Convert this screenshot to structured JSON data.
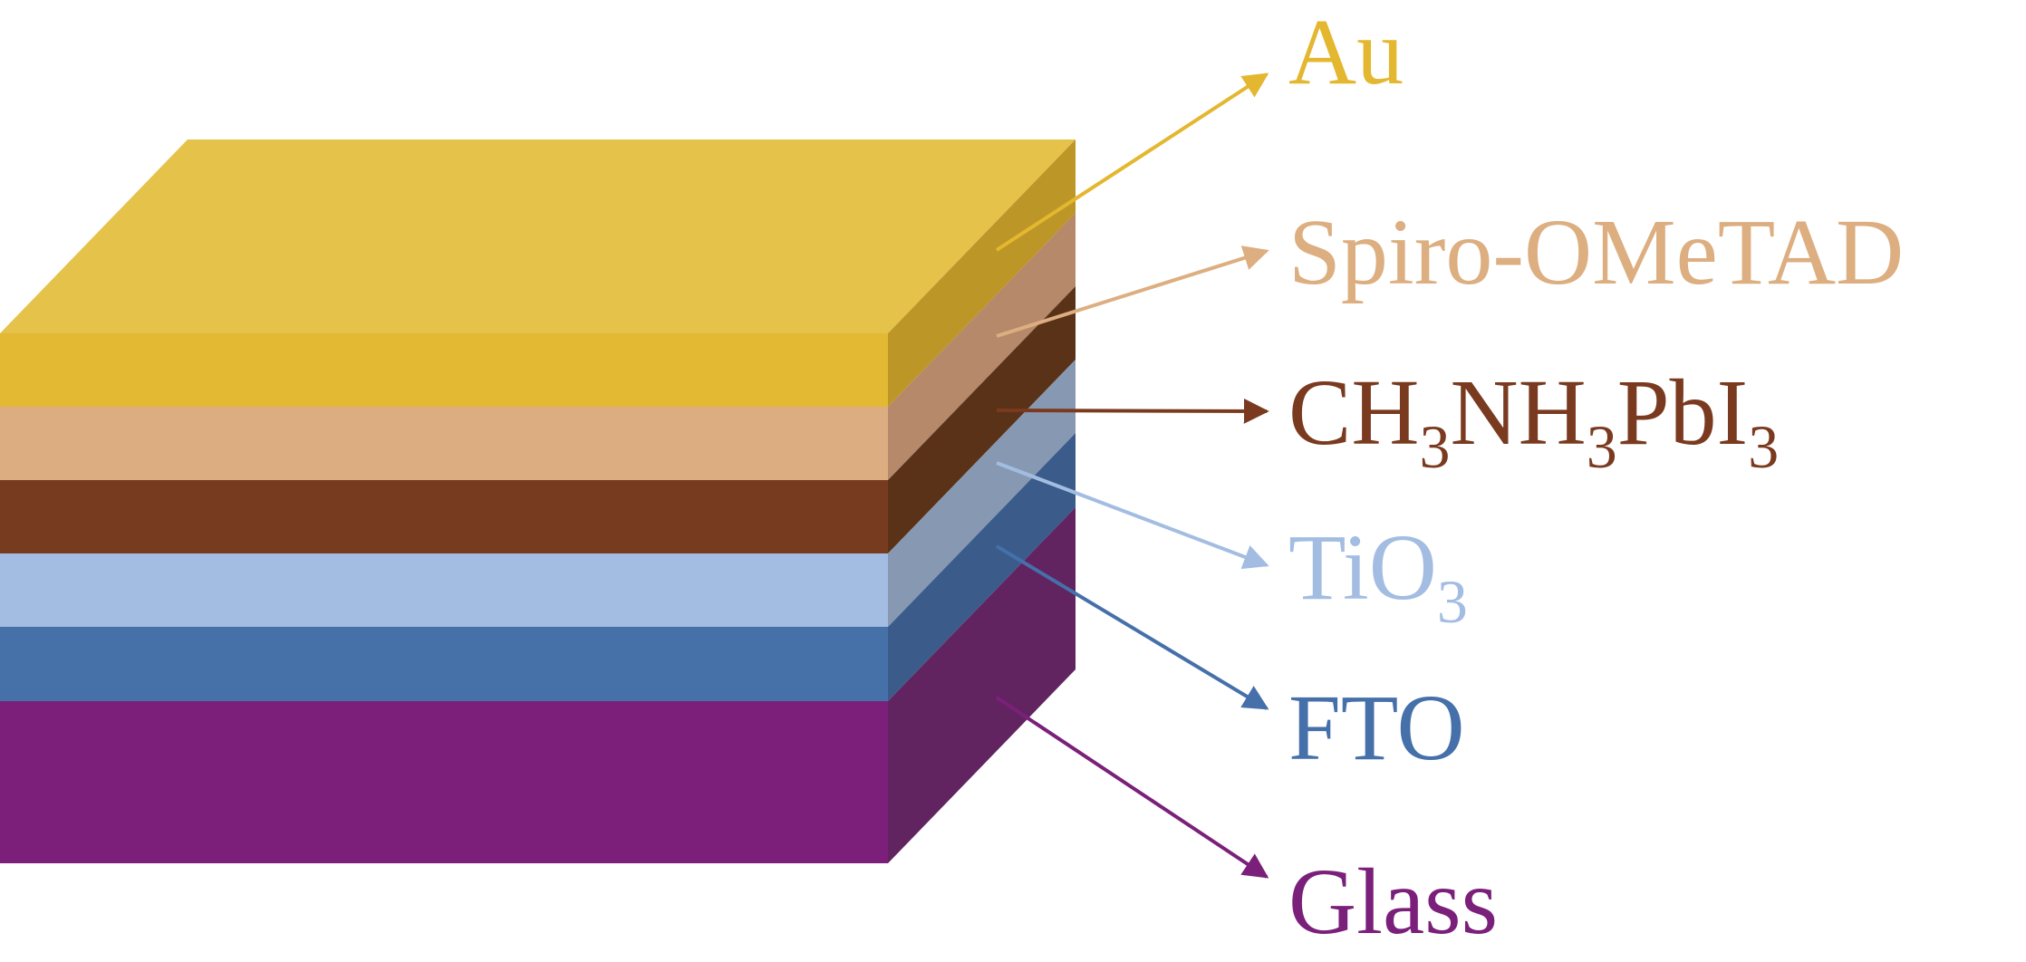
{
  "layers": [
    {
      "id": "au",
      "label": "Au",
      "sub": [],
      "color": "#e3b832",
      "top_color": "#e5c24a",
      "side_color": "#bd9628",
      "label_color": "#e4b730"
    },
    {
      "id": "spiro",
      "label": "Spiro-OMeTAD",
      "sub": [],
      "color": "#dbad80",
      "side_color": "#b5896a",
      "label_color": "#dcae80"
    },
    {
      "id": "mapi",
      "label": "CH",
      "sub": [
        {
          "sub": "3",
          "text": "NH"
        },
        {
          "sub": "3",
          "text": "PbI"
        },
        {
          "sub": "3",
          "text": ""
        }
      ],
      "color": "#773c20",
      "side_color": "#5a3218",
      "label_color": "#7a3a1f"
    },
    {
      "id": "tio",
      "label": "TiO",
      "sub": [
        {
          "sub": "3",
          "text": ""
        }
      ],
      "color": "#a3bce1",
      "side_color": "#8799b2",
      "label_color": "#a3bde2"
    },
    {
      "id": "fto",
      "label": "FTO",
      "sub": [],
      "color": "#4670a8",
      "side_color": "#3b5c8b",
      "label_color": "#4570a9"
    },
    {
      "id": "glass",
      "label": "Glass",
      "sub": [],
      "color": "#7c1f7b",
      "side_color": "#612460",
      "label_color": "#7b207a"
    }
  ]
}
